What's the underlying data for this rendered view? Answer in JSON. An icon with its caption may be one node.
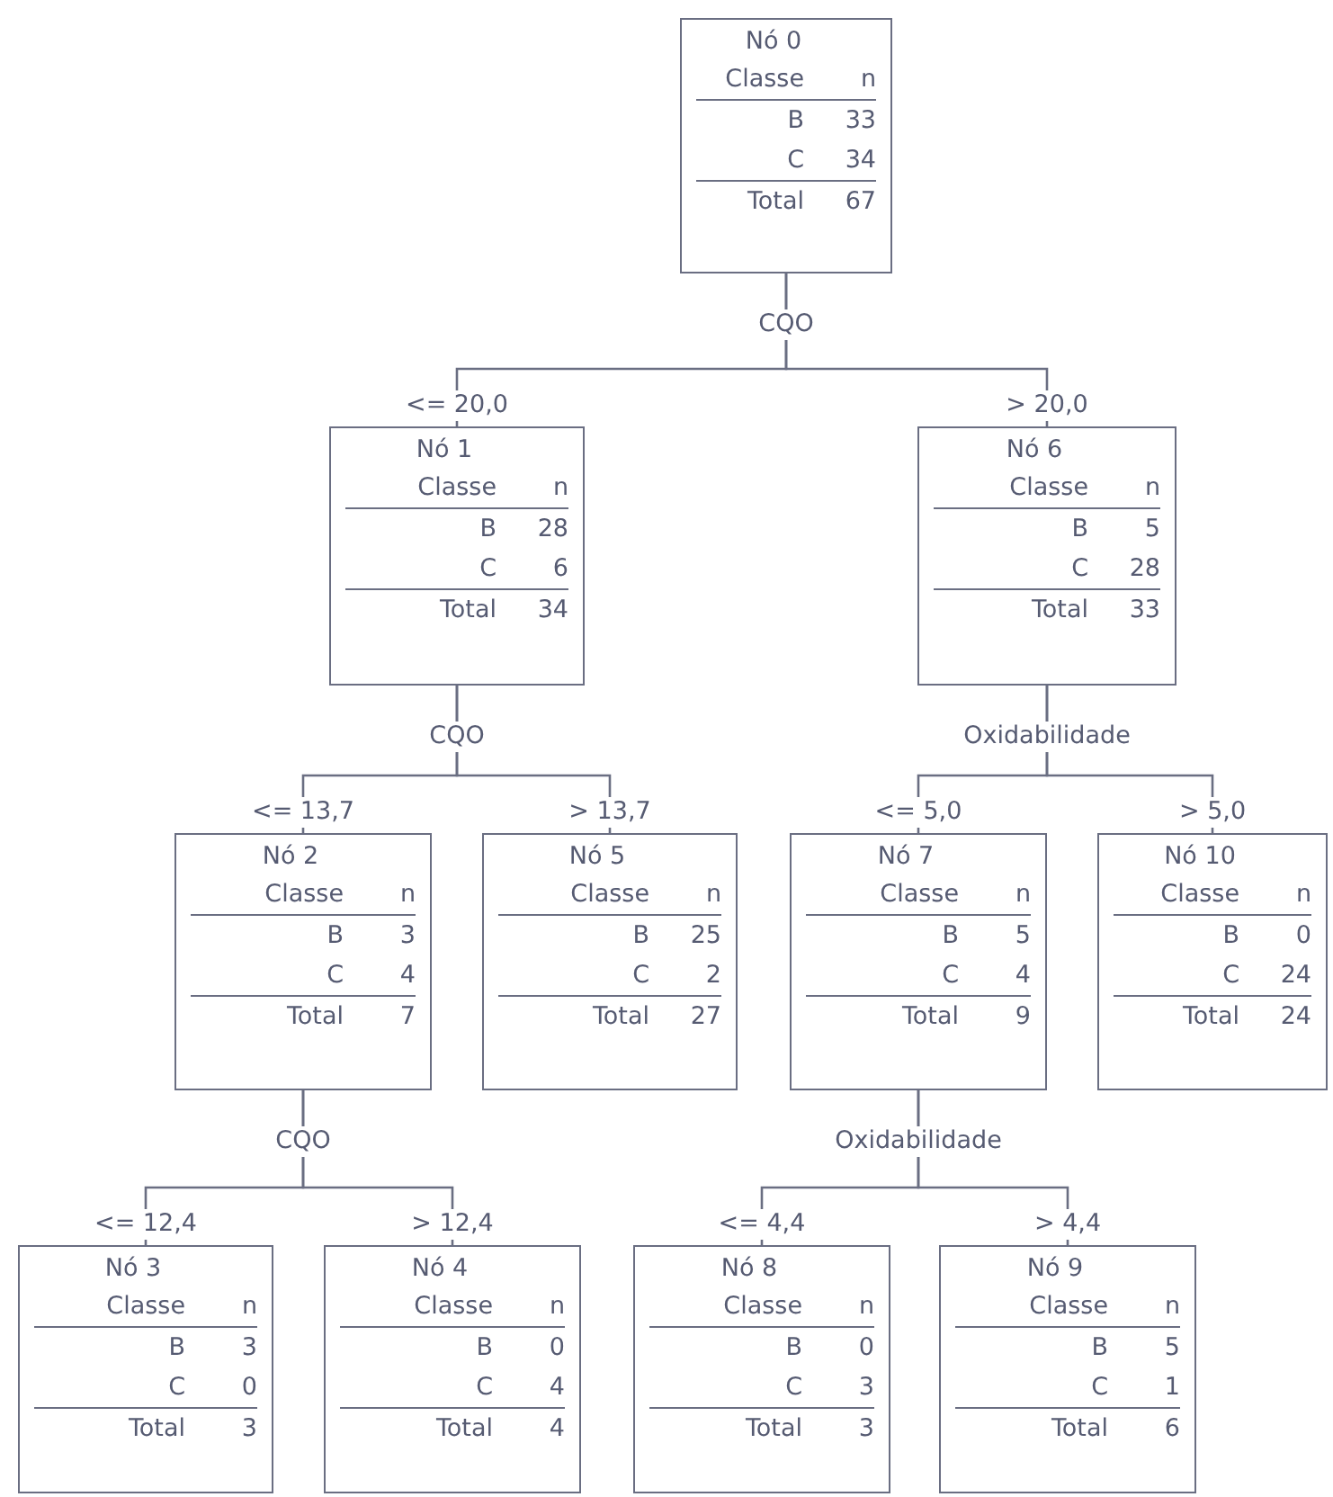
{
  "diagram": {
    "nodes": [
      {
        "text": [
          "Nó 0",
          "Classe",
          "n",
          "B",
          "33",
          "C",
          "34",
          "Total",
          "67"
        ],
        "beside": [
          "CQO"
        ]
      },
      {
        "text": [
          "Nó 1",
          "Classe",
          "n",
          "B",
          "28",
          "C",
          "6",
          "Total",
          "34"
        ],
        "beside": [
          "CQO"
        ]
      },
      {
        "text": [
          "Nó 2",
          "Classe",
          "n",
          "B",
          "3",
          "C",
          "4",
          "Total",
          "7"
        ],
        "beside": [
          "CQO"
        ]
      },
      {
        "text": [
          "Nó 3",
          "Classe",
          "n",
          "B",
          "3",
          "C",
          "0",
          "Total",
          "3"
        ]
      },
      {
        "text": [
          "Nó 4",
          "Classe",
          "n",
          "B",
          "0",
          "C",
          "4",
          "Total",
          "4"
        ]
      },
      {
        "text": [
          "Nó 5",
          "Classe",
          "n",
          "B",
          "25",
          "C",
          "2",
          "Total",
          "27"
        ]
      },
      {
        "text": [
          "Nó 6",
          "Classe",
          "n",
          "B",
          "5",
          "C",
          "28",
          "Total",
          "33"
        ],
        "beside": [
          "Oxidabilidade"
        ]
      },
      {
        "text": [
          "Nó 7",
          "Classe",
          "n",
          "B",
          "5",
          "C",
          "4",
          "Total",
          "9"
        ],
        "beside": [
          "Oxidabilidade"
        ]
      },
      {
        "text": [
          "Nó 8",
          "Classe",
          "n",
          "B",
          "0",
          "C",
          "3",
          "Total",
          "3"
        ]
      },
      {
        "text": [
          "Nó 9",
          "Classe",
          "n",
          "B",
          "5",
          "C",
          "1",
          "Total",
          "6"
        ]
      },
      {
        "text": [
          "Nó 10",
          "Classe",
          "n",
          "B",
          "0",
          "C",
          "24",
          "Total",
          "24"
        ]
      }
    ],
    "edges": [
      {
        "from": 0,
        "to": 1,
        "arrow": "none",
        "label": "<= 20,0"
      },
      {
        "from": 0,
        "to": 6,
        "arrow": "none",
        "label": "> 20,0"
      },
      {
        "from": 1,
        "to": 2,
        "arrow": "none",
        "label": "<= 13,7"
      },
      {
        "from": 1,
        "to": 5,
        "arrow": "none",
        "label": "> 13,7"
      },
      {
        "from": 2,
        "to": 3,
        "arrow": "none",
        "label": "<= 12,4"
      },
      {
        "from": 2,
        "to": 4,
        "arrow": "none",
        "label": "> 12,4"
      },
      {
        "from": 6,
        "to": 7,
        "arrow": "none",
        "label": "<= 5,0"
      },
      {
        "from": 6,
        "to": 10,
        "arrow": "none",
        "label": "> 5,0"
      },
      {
        "from": 7,
        "to": 8,
        "arrow": "none",
        "label": "<= 4,4"
      },
      {
        "from": 7,
        "to": 9,
        "arrow": "none",
        "label": "> 4,4"
      }
    ]
  }
}
